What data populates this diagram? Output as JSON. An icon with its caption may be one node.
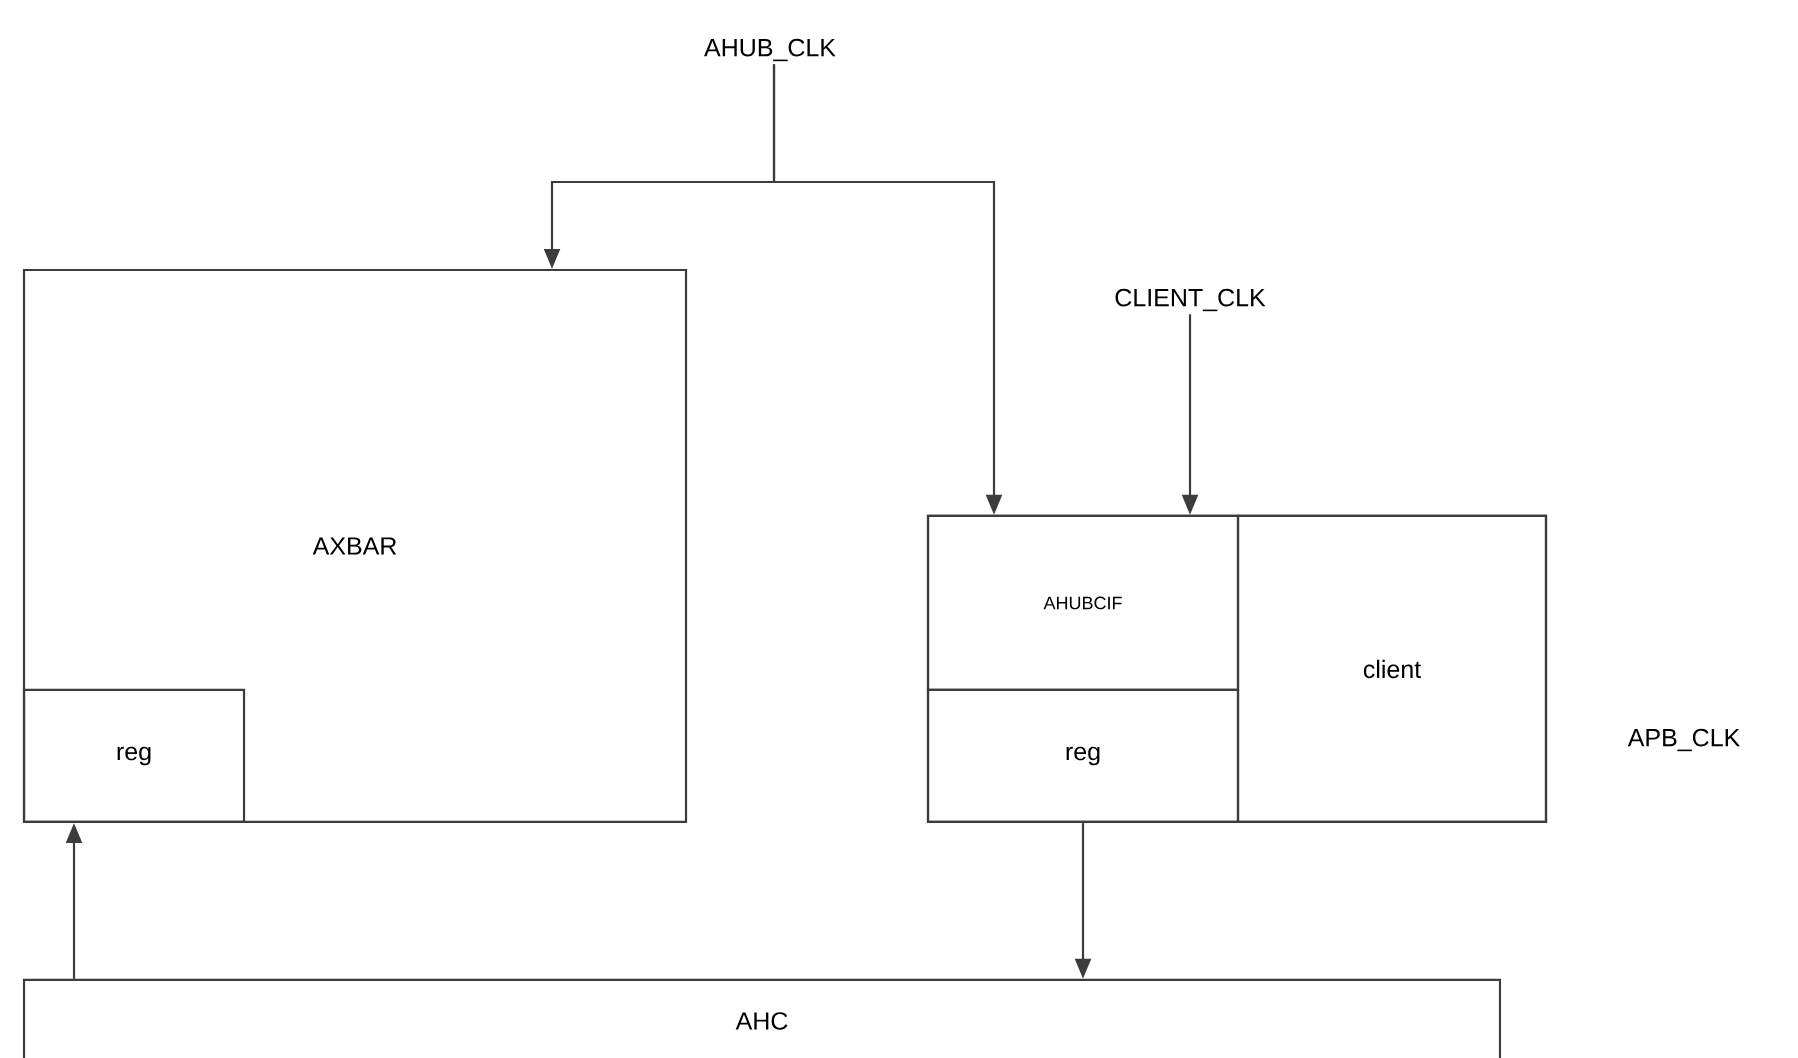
{
  "diagram": {
    "nodes": [
      {
        "text": [
          "AHUB_CLK"
        ]
      },
      {
        "text": [
          "AXBAR"
        ]
      },
      {
        "text": [
          "reg"
        ],
        "in": 1
      },
      {
        "text": [
          "CLIENT_CLK"
        ]
      },
      {
        "text": [],
        "shape": "box"
      },
      {
        "text": [
          "AHUBCIF"
        ],
        "in": 4
      },
      {
        "text": [
          "reg"
        ],
        "in": 4
      },
      {
        "text": [
          "client"
        ],
        "in": 4
      },
      {
        "text": [
          "AHC"
        ]
      }
    ],
    "edges": [
      {
        "from": 0,
        "to": 1,
        "arrow": "to"
      },
      {
        "from": 0,
        "to": 5,
        "arrow": "to"
      },
      {
        "from": 3,
        "to": 5,
        "arrow": "to"
      },
      {
        "from": 6,
        "to": 8,
        "arrow": "to"
      },
      {
        "from": 8,
        "to": 2,
        "arrow": "to"
      }
    ],
    "labels": [
      "APB_CLK"
    ]
  }
}
